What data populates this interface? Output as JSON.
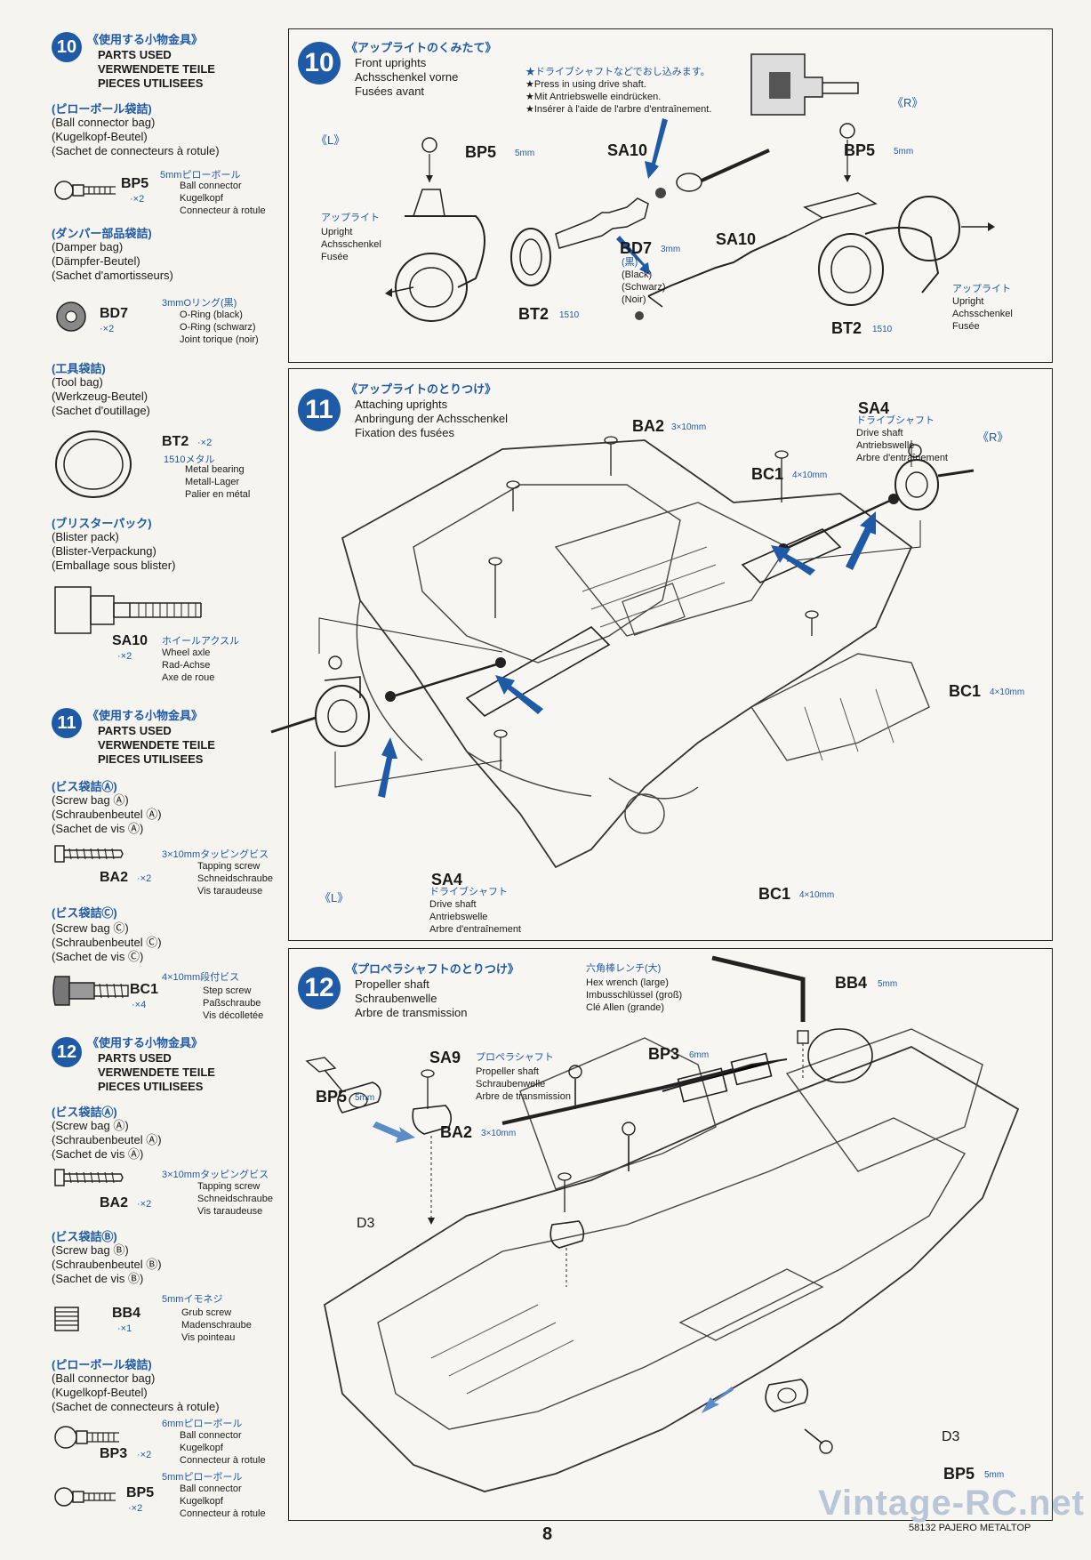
{
  "left": {
    "s10": {
      "num": "10",
      "jp": "《使用する小物金具》",
      "l1": "PARTS USED",
      "l2": "VERWENDETE TEILE",
      "l3": "PIECES UTILISEES",
      "bag1": {
        "jp": "(ピローボール袋詰)",
        "en": "(Ball connector bag)",
        "de": "(Kugelkopf-Beutel)",
        "fr": "(Sachet de connecteurs à rotule)"
      },
      "bp5": {
        "jp": "5mmピローボール",
        "code": "BP5",
        "qty": "·×2",
        "en": "Ball connector",
        "de": "Kugelkopf",
        "fr": "Connecteur à rotule"
      },
      "bag2": {
        "jp": "(ダンパー部品袋詰)",
        "en": "(Damper bag)",
        "de": "(Dämpfer-Beutel)",
        "fr": "(Sachet d'amortisseurs)"
      },
      "bd7": {
        "jp": "3mmOリング(黒)",
        "code": "BD7",
        "qty": "·×2",
        "en": "O-Ring (black)",
        "de": "O-Ring (schwarz)",
        "fr": "Joint torique (noir)"
      },
      "bag3": {
        "jp": "(工具袋詰)",
        "en": "(Tool bag)",
        "de": "(Werkzeug-Beutel)",
        "fr": "(Sachet d'outillage)"
      },
      "bt2": {
        "code": "BT2",
        "qty": "·×2",
        "jp": "1510メタル",
        "en": "Metal bearing",
        "de": "Metall-Lager",
        "fr": "Palier en métal"
      },
      "bag4": {
        "jp": "(ブリスターパック)",
        "en": "(Blister pack)",
        "de": "(Blister-Verpackung)",
        "fr": "(Emballage sous blister)"
      },
      "sa10": {
        "code": "SA10",
        "qty": "·×2",
        "jp": "ホイールアクスル",
        "en": "Wheel axle",
        "de": "Rad-Achse",
        "fr": "Axe de roue"
      }
    },
    "s11": {
      "num": "11",
      "jp": "《使用する小物金具》",
      "l1": "PARTS USED",
      "l2": "VERWENDETE TEILE",
      "l3": "PIECES UTILISEES",
      "bagA": {
        "jp": "(ビス袋詰Ⓐ)",
        "en": "(Screw bag Ⓐ)",
        "de": "(Schraubenbeutel Ⓐ)",
        "fr": "(Sachet de vis Ⓐ)"
      },
      "ba2": {
        "jp": "3×10mmタッピングビス",
        "code": "BA2",
        "qty": "·×2",
        "en": "Tapping screw",
        "de": "Schneidschraube",
        "fr": "Vis taraudeuse"
      },
      "bagC": {
        "jp": "(ビス袋詰Ⓒ)",
        "en": "(Screw bag Ⓒ)",
        "de": "(Schraubenbeutel Ⓒ)",
        "fr": "(Sachet de vis Ⓒ)"
      },
      "bc1": {
        "jp": "4×10mm段付ビス",
        "code": "BC1",
        "qty": "·×4",
        "en": "Step screw",
        "de": "Paßschraube",
        "fr": "Vis décolletée"
      }
    },
    "s12": {
      "num": "12",
      "jp": "《使用する小物金具》",
      "l1": "PARTS USED",
      "l2": "VERWENDETE TEILE",
      "l3": "PIECES UTILISEES",
      "bagA": {
        "jp": "(ビス袋詰Ⓐ)",
        "en": "(Screw bag Ⓐ)",
        "de": "(Schraubenbeutel Ⓐ)",
        "fr": "(Sachet de vis Ⓐ)"
      },
      "ba2": {
        "jp": "3×10mmタッピングビス",
        "code": "BA2",
        "qty": "·×2",
        "en": "Tapping screw",
        "de": "Schneidschraube",
        "fr": "Vis taraudeuse"
      },
      "bagB": {
        "jp": "(ビス袋詰Ⓑ)",
        "en": "(Screw bag Ⓑ)",
        "de": "(Schraubenbeutel Ⓑ)",
        "fr": "(Sachet de vis Ⓑ)"
      },
      "bb4": {
        "jp": "5mmイモネジ",
        "code": "BB4",
        "qty": "·×1",
        "en": "Grub screw",
        "de": "Madenschraube",
        "fr": "Vis pointeau"
      },
      "bag1": {
        "jp": "(ピローボール袋詰)",
        "en": "(Ball connector bag)",
        "de": "(Kugelkopf-Beutel)",
        "fr": "(Sachet de connecteurs à rotule)"
      },
      "bp3": {
        "jp": "6mmピローボール",
        "code": "BP3",
        "qty": "·×2",
        "en": "Ball connector",
        "de": "Kugelkopf",
        "fr": "Connecteur à rotule"
      },
      "bp5": {
        "jp": "5mmピローボール",
        "code": "BP5",
        "qty": "·×2",
        "en": "Ball connector",
        "de": "Kugelkopf",
        "fr": "Connecteur à rotule"
      }
    }
  },
  "p10": {
    "num": "10",
    "jp": "《アップライトのくみたて》",
    "en": "Front uprights",
    "de": "Achsschenkel vorne",
    "fr": "Fusées avant",
    "note1": "★ドライブシャフトなどでおし込みます。",
    "note2": "★Press in using drive shaft.",
    "note3": "★Mit Antriebswelle eindrücken.",
    "note4": "★Insérer à l'aide de l'arbre d'entraînement.",
    "left": "《L》",
    "right": "《R》",
    "bp5": "BP5",
    "mm5": "5mm",
    "sa10": "SA10",
    "upright_jp": "アップライト",
    "upright_en": "Upright",
    "upright_de": "Achsschenkel",
    "upright_fr": "Fusée",
    "bd7": "BD7",
    "mm3": "3mm",
    "bd7_jp": "(黒)",
    "bd7_en": "(Black)",
    "bd7_de": "(Schwarz)",
    "bd7_fr": "(Noir)",
    "bt2": "BT2",
    "bt2_size": "1510"
  },
  "p11": {
    "num": "11",
    "jp": "《アップライトのとりつけ》",
    "en": "Attaching uprights",
    "de": "Anbringung der Achsschenkel",
    "fr": "Fixation des fusées",
    "ba2": "BA2",
    "ba2_mm": "3×10mm",
    "bc1": "BC1",
    "bc1_mm": "4×10mm",
    "sa4": "SA4",
    "sa4_jp": "ドライブシャフト",
    "sa4_en": "Drive shaft",
    "sa4_de": "Antriebswelle",
    "sa4_fr": "Arbre d'entraînement",
    "left": "《L》",
    "right": "《R》"
  },
  "p12": {
    "num": "12",
    "jp": "《プロペラシャフトのとりつけ》",
    "en": "Propeller shaft",
    "de": "Schraubenwelle",
    "fr": "Arbre de transmission",
    "hex_jp": "六角棒レンチ(大)",
    "hex_en": "Hex wrench (large)",
    "hex_de": "Imbusschlüssel (groß)",
    "hex_fr": "Clé Allen (grande)",
    "bb4": "BB4",
    "bb4_mm": "5mm",
    "sa9": "SA9",
    "sa9_jp": "プロペラシャフト",
    "sa9_en": "Propeller shaft",
    "sa9_de": "Schraubenwelle",
    "sa9_fr": "Arbre de transmission",
    "bp3": "BP3",
    "bp3_mm": "6mm",
    "bp5": "BP5",
    "bp5_mm": "5mm",
    "ba2": "BA2",
    "ba2_mm": "3×10mm",
    "d3": "D3"
  },
  "footer": {
    "page": "8",
    "code": "58132 PAJERO METALTOP",
    "watermark": "Vintage-RC.net"
  },
  "colors": {
    "accent": "#1f5aa6",
    "ink": "#1a1a1a",
    "paper": "#f6f4ef"
  }
}
